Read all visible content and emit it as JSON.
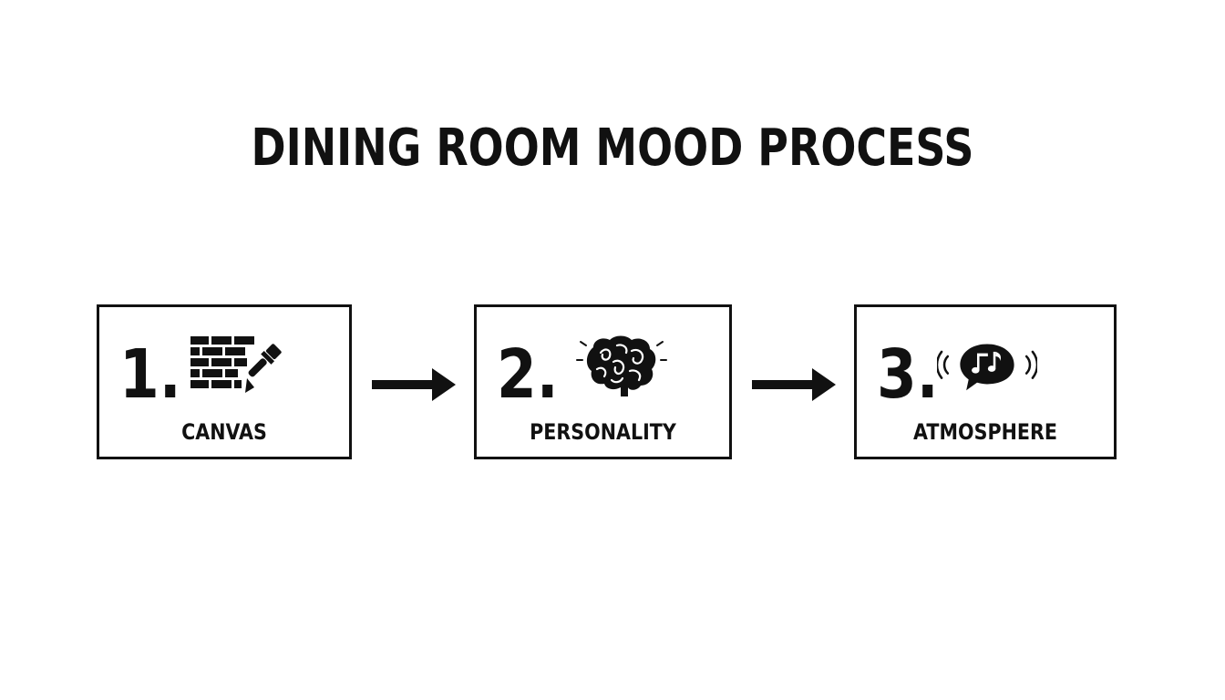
{
  "title": "DINING ROOM MOOD PROCESS",
  "steps": [
    {
      "number": "1.",
      "label": "CANVAS",
      "icon": "brick-wall-paintbrush-icon"
    },
    {
      "number": "2.",
      "label": "PERSONALITY",
      "icon": "brain-icon"
    },
    {
      "number": "3.",
      "label": "ATMOSPHERE",
      "icon": "music-speech-bubble-icon"
    }
  ],
  "colors": {
    "ink": "#111111",
    "background": "#ffffff"
  }
}
